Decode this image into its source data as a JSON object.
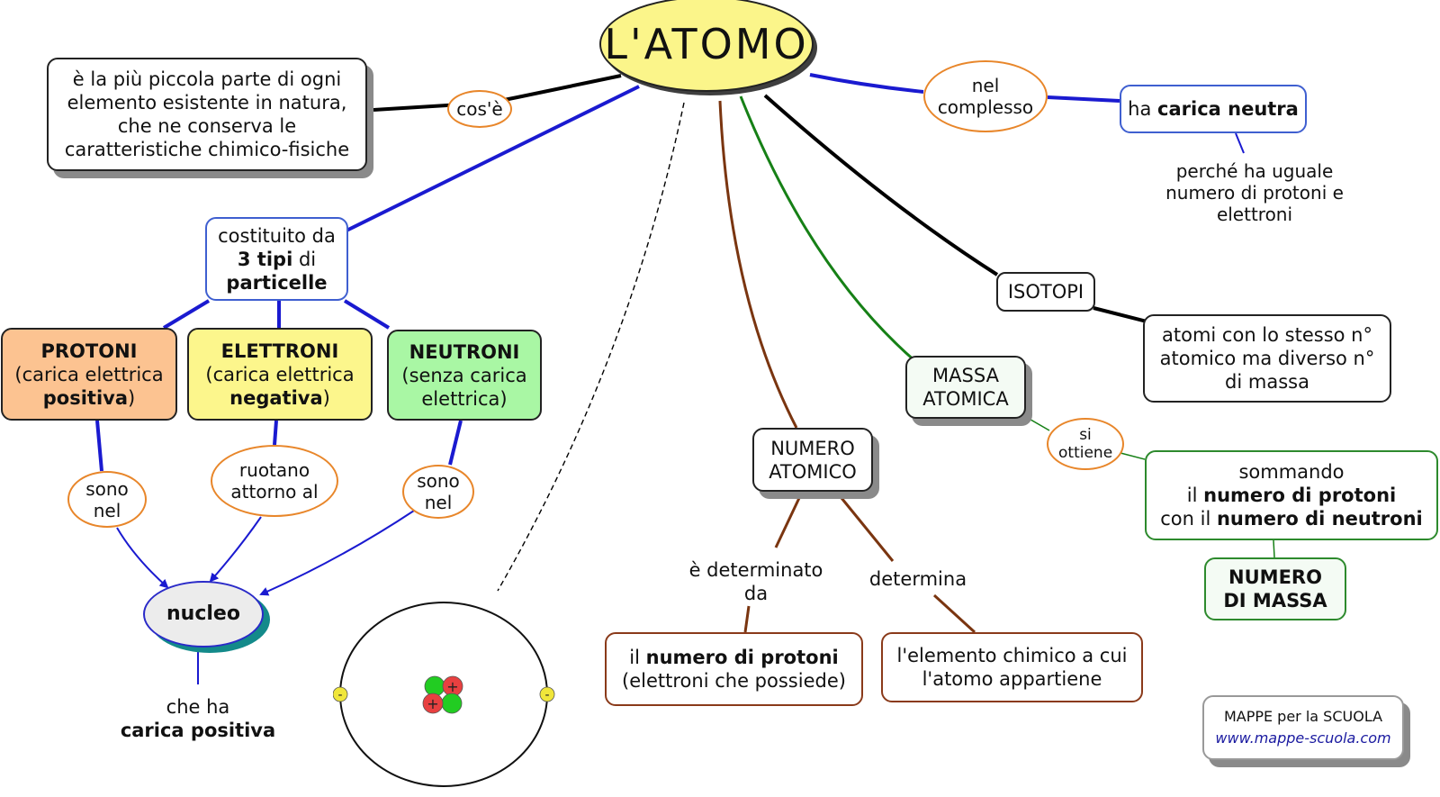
{
  "title": "L'ATOMO",
  "cose": {
    "link": "cos'è",
    "box": "è la più piccola parte di ogni elemento esistente in natura, che ne conserva le caratteristiche chimico-fisiche"
  },
  "complesso": {
    "link": "nel complesso",
    "box_pre": "ha ",
    "box_bold": "carica neutra",
    "note": "perché ha uguale numero di protoni e elettroni"
  },
  "costituito": {
    "line1": "costituito da",
    "bold1": "3 tipi",
    "mid": " di",
    "bold2": "particelle"
  },
  "protoni": {
    "name": "PROTONI",
    "line2": "(carica elettrica",
    "bold": "positiva",
    "end": ")",
    "link": "sono nel"
  },
  "elettroni": {
    "name": "ELETTRONI",
    "line2": "(carica elettrica",
    "bold": "negativa",
    "end": ")",
    "link": "ruotano attorno al"
  },
  "neutroni": {
    "name": "NEUTRONI",
    "text": "(senza carica elettrica)",
    "link": "sono nel"
  },
  "nucleo": {
    "label": "nucleo",
    "note_pre": "che ha",
    "note_bold": "carica positiva"
  },
  "diagram": {
    "plus": "+",
    "minus": "-"
  },
  "isotopi": {
    "label": "ISOTOPI",
    "box": "atomi con lo stesso n° atomico ma diverso n° di massa"
  },
  "massa": {
    "label": "MASSA ATOMICA",
    "link": "si ottiene",
    "box_l1": "sommando",
    "box_l2_pre": "il ",
    "box_l2_bold": "numero di protoni",
    "box_l3_pre": "con il ",
    "box_l3_bold": "numero di neutroni",
    "result": "NUMERO DI MASSA"
  },
  "numero_atomico": {
    "label": "NUMERO ATOMICO",
    "link1": "è determinato da",
    "link2": "determina",
    "box1_pre": "il ",
    "box1_bold": "numero di protoni",
    "box1_l2": "(elettroni che possiede)",
    "box2": "l'elemento chimico a cui l'atomo appartiene"
  },
  "credit": {
    "line1": "MAPPE per la SCUOLA",
    "line2": "www.mappe-scuola.com"
  },
  "colors": {
    "title_fill": "#fbf58a",
    "protoni": "#fcc391",
    "elettroni": "#fcf68c",
    "neutroni": "#a9f7a4",
    "nucleo": "#ececec"
  }
}
